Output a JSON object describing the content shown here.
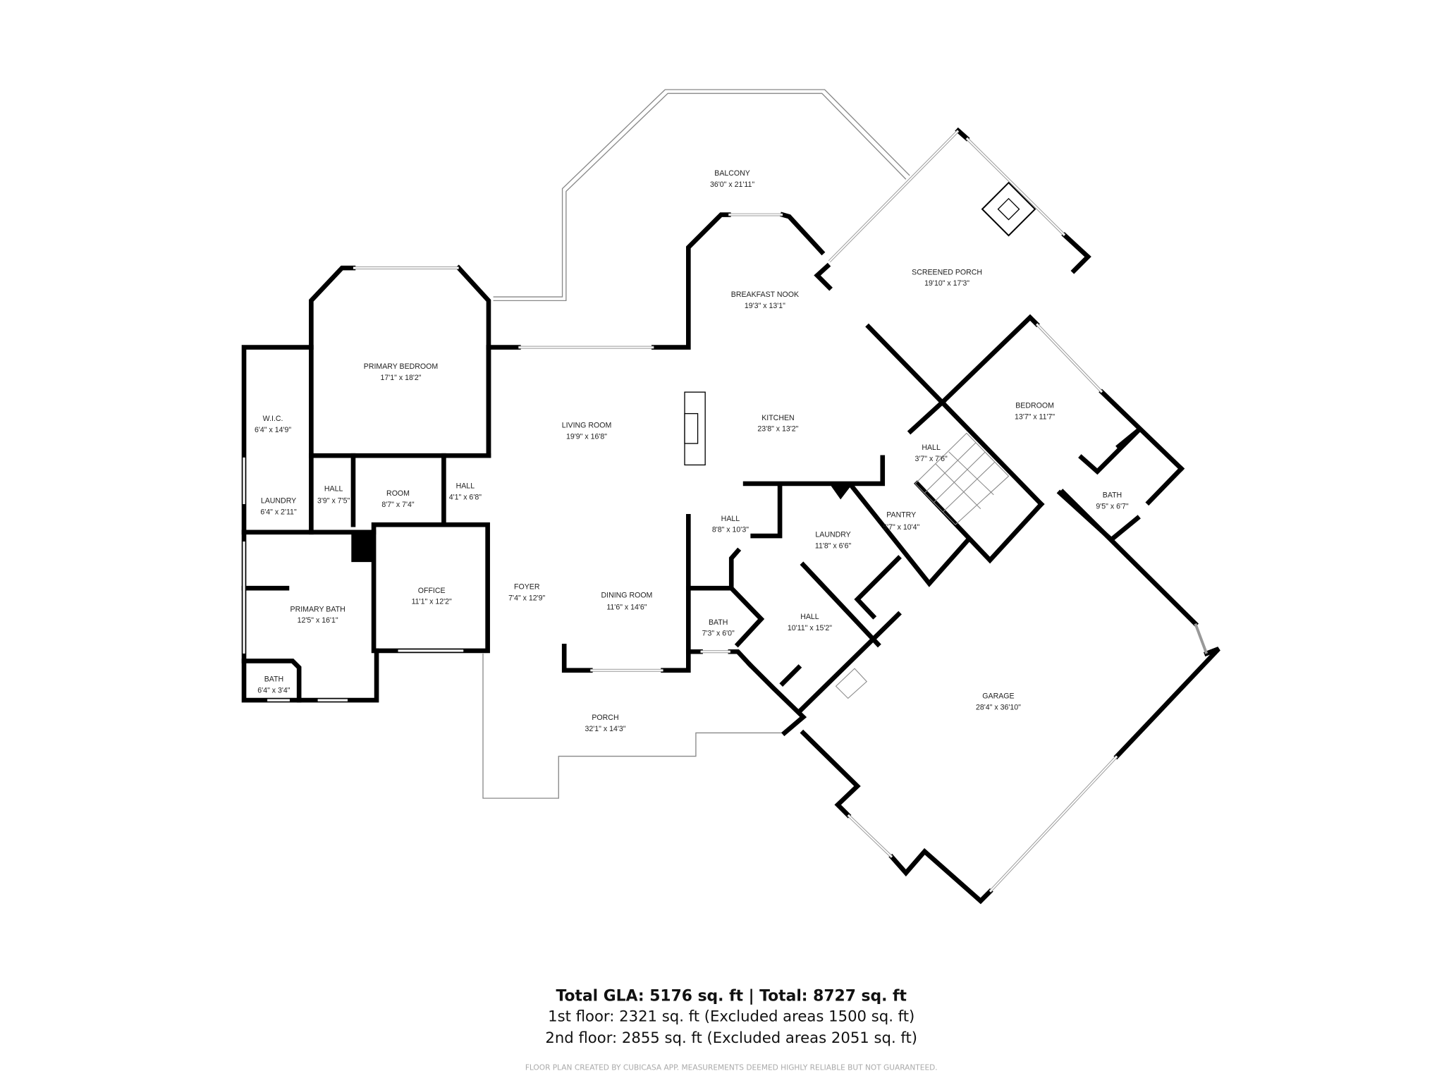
{
  "rooms": [
    {
      "name": "BALCONY",
      "dims": "36'0\" x 21'11\""
    },
    {
      "name": "SCREENED PORCH",
      "dims": "19'10\" x 17'3\""
    },
    {
      "name": "BREAKFAST NOOK",
      "dims": "19'3\" x 13'1\""
    },
    {
      "name": "PRIMARY BEDROOM",
      "dims": "17'1\" x 18'2\""
    },
    {
      "name": "LIVING ROOM",
      "dims": "19'9\" x 16'8\""
    },
    {
      "name": "KITCHEN",
      "dims": "23'8\" x 13'2\""
    },
    {
      "name": "BEDROOM",
      "dims": "13'7\" x 11'7\""
    },
    {
      "name": "W.I.C.",
      "dims": "6'4\" x 14'9\""
    },
    {
      "name": "HALL",
      "dims": "3'7\" x 7'6\""
    },
    {
      "name": "LAUNDRY",
      "dims": "6'4\" x 2'11\""
    },
    {
      "name": "HALL",
      "dims": "3'9\" x 7'5\""
    },
    {
      "name": "ROOM",
      "dims": "8'7\" x 7'4\""
    },
    {
      "name": "HALL",
      "dims": "4'1\" x 6'8\""
    },
    {
      "name": "BATH",
      "dims": "9'5\" x 6'7\""
    },
    {
      "name": "PANTRY",
      "dims": "5'7\" x 10'4\""
    },
    {
      "name": "HALL",
      "dims": "8'8\" x 10'3\""
    },
    {
      "name": "LAUNDRY",
      "dims": "11'8\" x 6'6\""
    },
    {
      "name": "FOYER",
      "dims": "7'4\" x 12'9\""
    },
    {
      "name": "OFFICE",
      "dims": "11'1\" x 12'2\""
    },
    {
      "name": "DINING ROOM",
      "dims": "11'6\" x 14'6\""
    },
    {
      "name": "PRIMARY BATH",
      "dims": "12'5\" x 16'1\""
    },
    {
      "name": "HALL",
      "dims": "10'11\" x 15'2\""
    },
    {
      "name": "BATH",
      "dims": "7'3\" x 6'0\""
    },
    {
      "name": "BATH",
      "dims": "6'4\" x 3'4\""
    },
    {
      "name": "PORCH",
      "dims": "32'1\" x 14'3\""
    },
    {
      "name": "GARAGE",
      "dims": "28'4\" x 36'10\""
    }
  ],
  "footer": {
    "totals": "Total GLA: 5176 sq. ft | Total: 8727 sq. ft",
    "floor1": "1st floor: 2321 sq. ft (Excluded areas 1500 sq. ft)",
    "floor2": "2nd floor: 2855 sq. ft (Excluded areas 2051 sq. ft)",
    "disclaimer": "FLOOR PLAN CREATED BY CUBICASA APP. MEASUREMENTS DEEMED HIGHLY RELIABLE BUT NOT GUARANTEED."
  },
  "colors": {
    "walls": "#000000",
    "background": "#ffffff",
    "disclaimer": "#aaaaaa"
  }
}
